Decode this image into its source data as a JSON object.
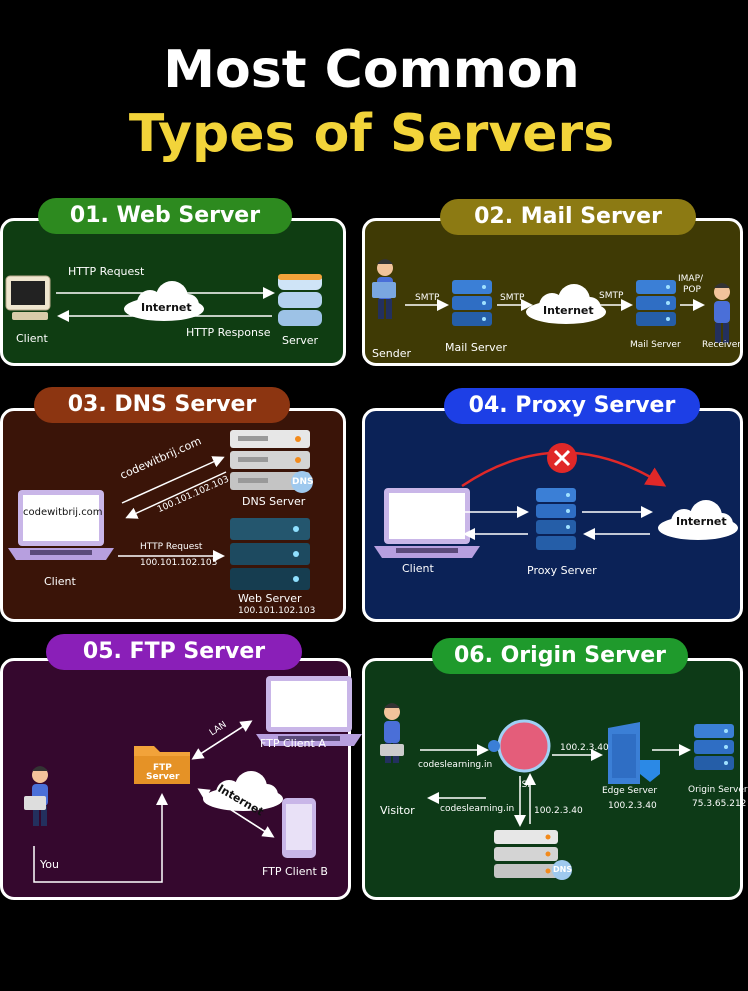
{
  "title": {
    "line1": "Most Common",
    "line2": "Types of Servers"
  },
  "colors": {
    "accent_yellow": "#f2d43a",
    "web": "#0f3d12",
    "mail": "#3f3a05",
    "dns": "#3a1408",
    "proxy": "#0b2257",
    "ftp": "#35082e",
    "origin": "#0d3a17"
  },
  "web": {
    "title": "01. Web Server",
    "request": "HTTP Request",
    "response": "HTTP Response",
    "internet": "Internet",
    "client": "Client",
    "server": "Server"
  },
  "mail": {
    "title": "02. Mail Server",
    "smtp1": "SMTP",
    "smtp2": "SMTP",
    "smtp3": "SMTP",
    "imap": "IMAP/",
    "pop": "POP",
    "internet": "Internet",
    "sender": "Sender",
    "mail_server": "Mail Server",
    "mail_server2": "Mail Server",
    "receiver": "Receiver"
  },
  "dns": {
    "title": "03. DNS Server",
    "domain_arrow": "codewitbrij.com",
    "ip_arrow": "100.101.102.103",
    "dns_badge": "DNS",
    "dns_server": "DNS Server",
    "screen": "codewitbrij.com",
    "http_request": "HTTP Request",
    "http_ip": "100.101.102.103",
    "client": "Client",
    "web_server": "Web Server",
    "web_server_ip": "100.101.102.103"
  },
  "proxy": {
    "title": "04. Proxy Server",
    "client": "Client",
    "proxy_server": "Proxy Server",
    "internet": "Internet"
  },
  "ftp": {
    "title": "05. FTP Server",
    "lan": "LAN",
    "client_a": "FTP Client A",
    "ftp_line1": "FTP",
    "ftp_line2": "Server",
    "internet": "Internet",
    "you": "You",
    "client_b": "FTP Client B"
  },
  "origin": {
    "title": "06. Origin Server",
    "visitor": "Visitor",
    "codes1": "codeslearning.in",
    "isp": "ISP",
    "ip_top": "100.2.3.40",
    "edge_server": "Edge Server",
    "edge_ip": "100.2.3.40",
    "origin_server": "Origin Server",
    "origin_ip": "75.3.65.212",
    "codes2": "codeslearning.in",
    "ip_mid": "100.2.3.40",
    "dns_badge": "DNS"
  }
}
